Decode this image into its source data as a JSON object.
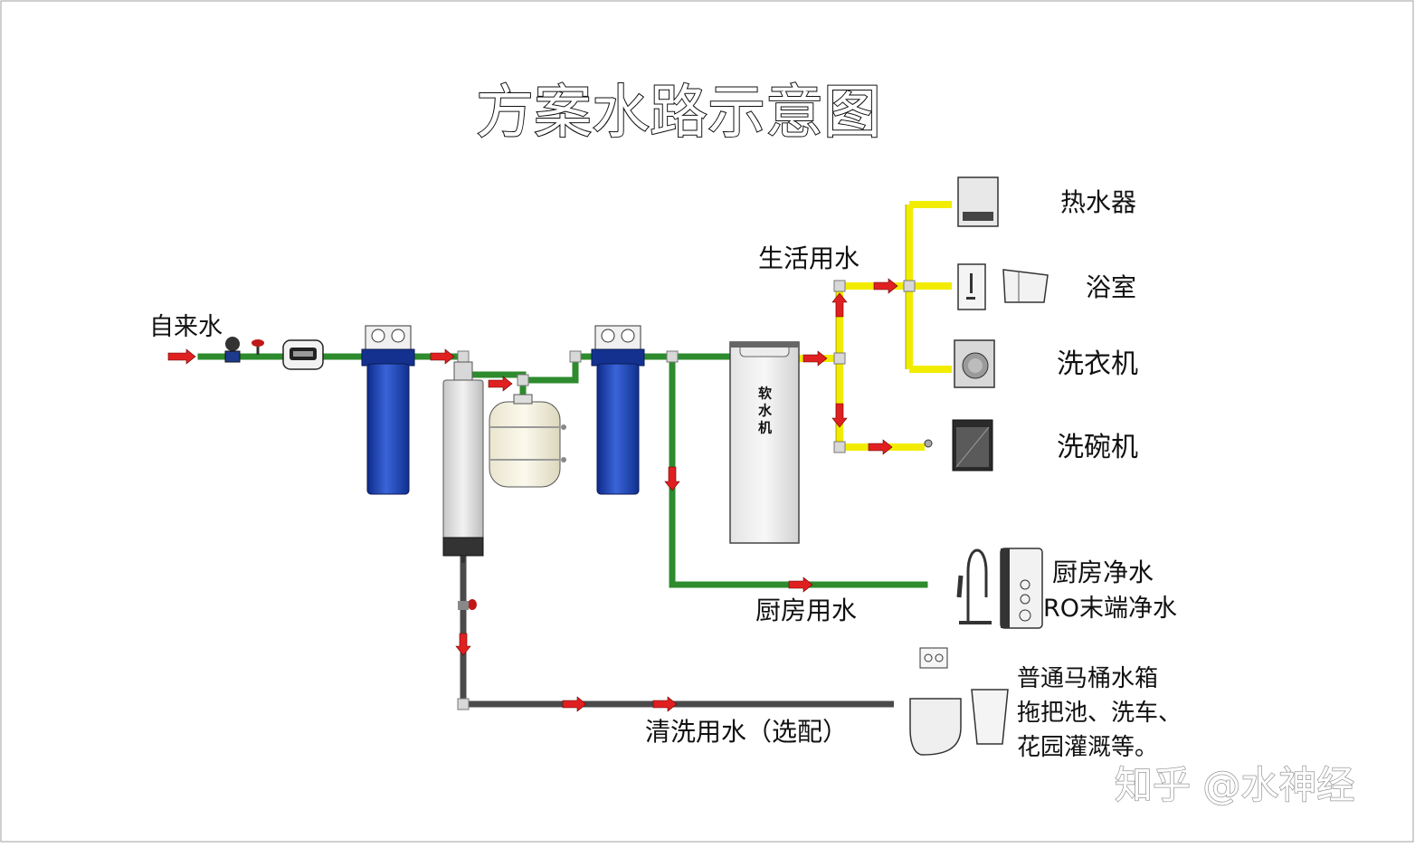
{
  "title": "方案水路示意图",
  "labels": {
    "tap_water": "自来水",
    "softener": "软水机",
    "living_water": "生活用水",
    "kitchen_water": "厨房用水",
    "cleaning_water": "清洗用水（选配）",
    "water_heater": "热水器",
    "bathroom": "浴室",
    "washing_machine": "洗衣机",
    "dishwasher": "洗碗机",
    "kitchen_purifier": "厨房净水",
    "ro_purifier": "RO末端净水",
    "toilet_line1": "普通马桶水箱",
    "toilet_line2": "拖把池、洗车、",
    "toilet_line3": "花园灌溉等。"
  },
  "watermark": "知乎 @水神经",
  "colors": {
    "pipe_main": "#2e8b2e",
    "pipe_living": "#f5f000",
    "pipe_drain": "#4a4a4a",
    "arrow": "#e02020",
    "filter": "#1e44b0"
  }
}
